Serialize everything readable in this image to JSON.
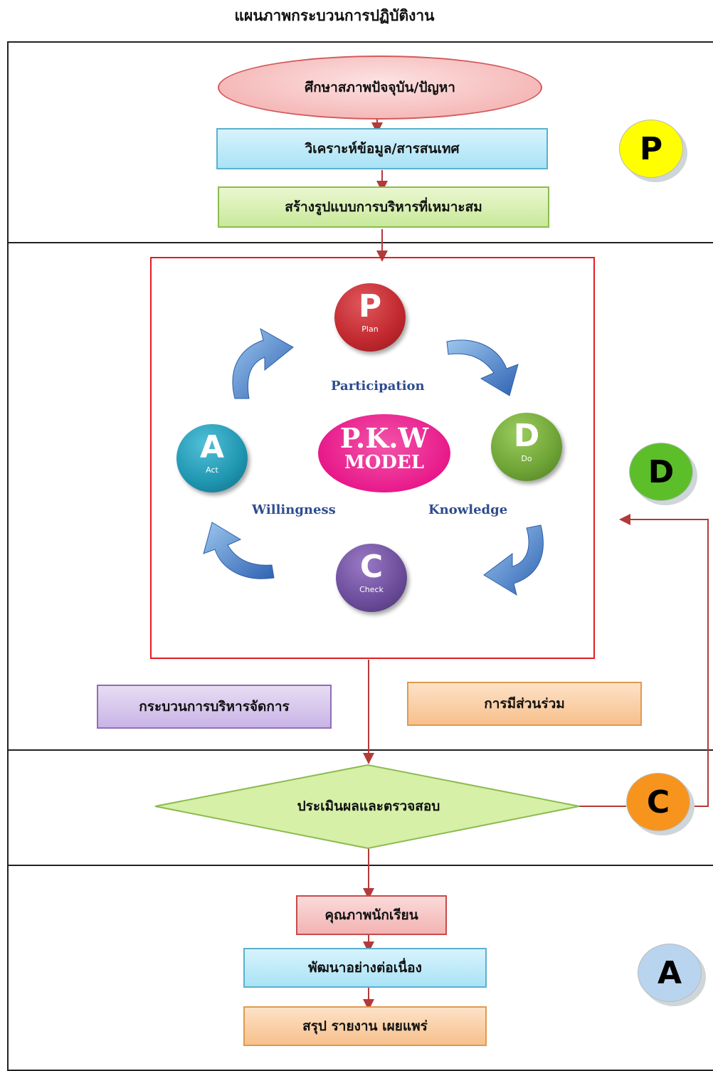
{
  "title": "แผนภาพกระบวนการปฏิบัติงาน",
  "plan_section": {
    "start": "ศึกษาสภาพปัจจุบัน/ปัญหา",
    "analyze": "วิเคราะห์ข้อมูล/สารสนเทศ",
    "design": "สร้างรูปแบบการบริหารที่เหมาะสม",
    "badge": "P"
  },
  "do_section": {
    "badge": "D",
    "model": {
      "line1": "P.K.W",
      "line2": "MODEL",
      "participation": "Participation",
      "knowledge": "Knowledge",
      "willingness": "Willingness"
    },
    "nodes": {
      "plan": {
        "letter": "P",
        "sub": "Plan",
        "color": "#c0282e"
      },
      "do": {
        "letter": "D",
        "sub": "Do",
        "color": "#6ea336"
      },
      "check": {
        "letter": "C",
        "sub": "Check",
        "color": "#6b4c9a"
      },
      "act": {
        "letter": "A",
        "sub": "Act",
        "color": "#1f95b0"
      }
    },
    "management": "กระบวนการบริหารจัดการ",
    "participation_th": "การมีส่วนร่วม"
  },
  "check_section": {
    "decision": "ประเมินผลและตรวจสอบ",
    "badge": "C"
  },
  "act_section": {
    "quality": "คุณภาพนักเรียน",
    "develop": "พัฒนาอย่างต่อเนื่อง",
    "report": "สรุป รายงาน เผยแพร่",
    "badge": "A"
  },
  "colors": {
    "badge_p": "#ffff00",
    "badge_d": "#5cbf2a",
    "badge_c": "#f7941d",
    "badge_a": "#b8d4ef",
    "connector": "#b33a3a",
    "model_frame": "#e31b23"
  }
}
